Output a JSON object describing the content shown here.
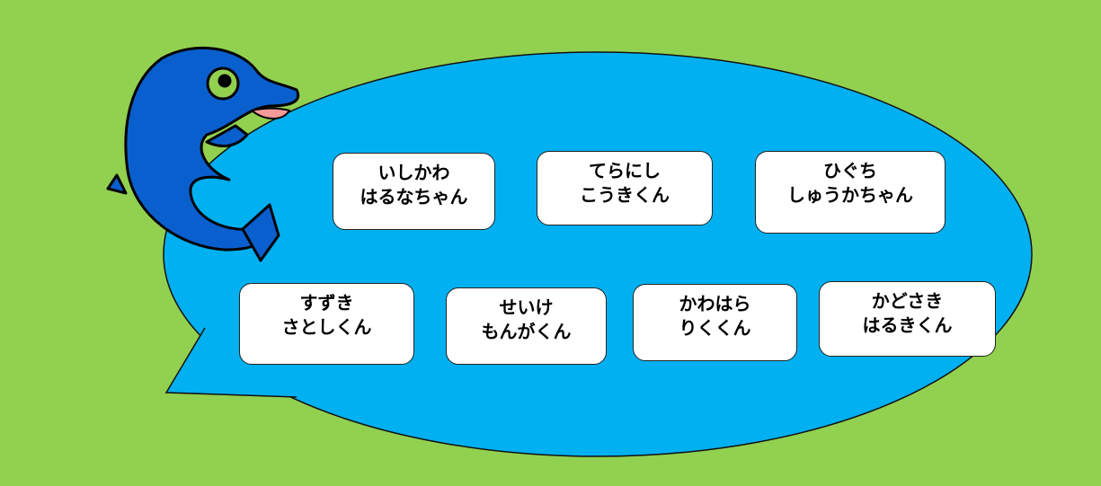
{
  "colors": {
    "background": "#92d050",
    "bubble": "#00b0f0",
    "dolphin": "#0a5fcf",
    "card": "#ffffff"
  },
  "names": [
    {
      "family": "いしかわ",
      "given": "はるなちゃん"
    },
    {
      "family": "てらにし",
      "given": "こうきくん"
    },
    {
      "family": "ひぐち",
      "given": "しゅうかちゃん"
    },
    {
      "family": "すずき",
      "given": "さとしくん"
    },
    {
      "family": "せいけ",
      "given": "もんがくん"
    },
    {
      "family": "かわはら",
      "given": "りくくん"
    },
    {
      "family": "かどさき",
      "given": "はるきくん"
    }
  ]
}
